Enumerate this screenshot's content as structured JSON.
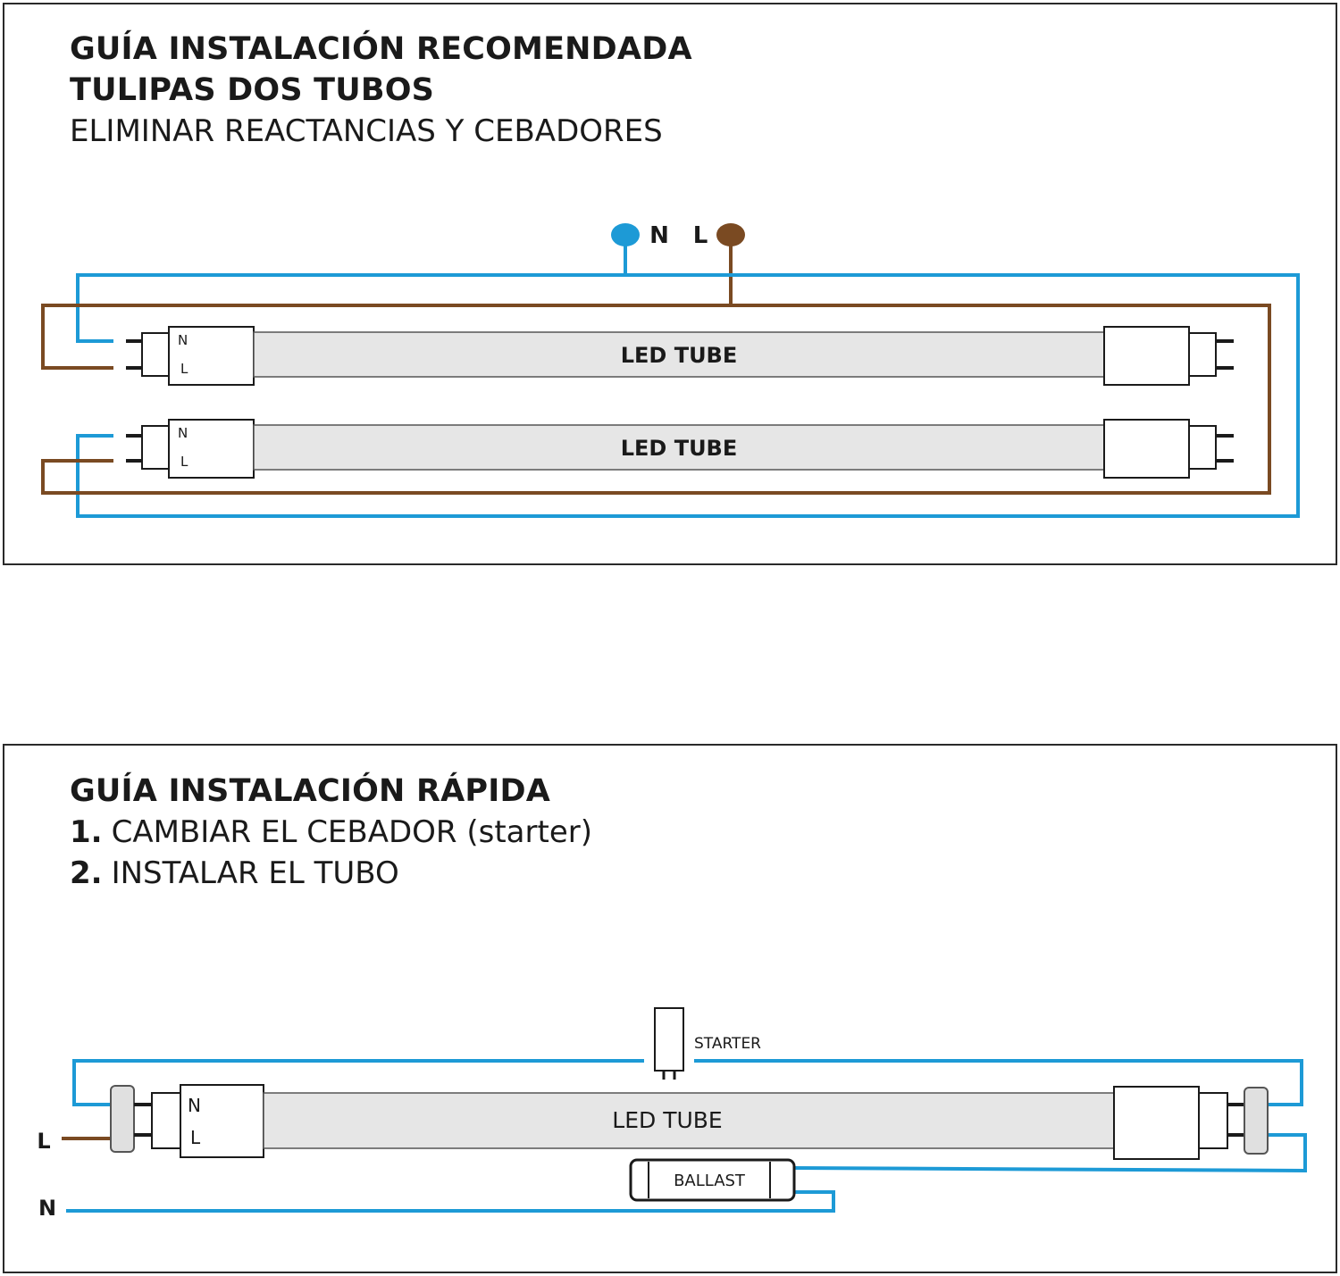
{
  "top_panel": {
    "title_line1": "GUÍA INSTALACIÓN RECOMENDADA",
    "title_line2": "TULIPAS DOS TUBOS",
    "subtitle": "ELIMINAR REACTANCIAS Y CEBADORES",
    "supply_n_label": "N",
    "supply_l_label": "L",
    "tube1_label": "LED TUBE",
    "tube2_label": "LED TUBE",
    "endcap_n_label": "N",
    "endcap_l_label": "L"
  },
  "bottom_panel": {
    "title": "GUÍA INSTALACIÓN RÁPIDA",
    "step1_num": "1.",
    "step1_text": "CAMBIAR EL CEBADOR (starter)",
    "step2_num": "2.",
    "step2_text": "INSTALAR EL TUBO",
    "starter_label": "STARTER",
    "tube_label": "LED TUBE",
    "ballast_label": "BALLAST",
    "endcap_n_label": "N",
    "endcap_l_label": "L",
    "line_l_label": "L",
    "line_n_label": "N"
  },
  "colors": {
    "neutral_wire": "#1d9ad6",
    "live_wire": "#7a4a22",
    "tube_fill": "#e6e6e6",
    "outline": "#1a1a1a"
  }
}
